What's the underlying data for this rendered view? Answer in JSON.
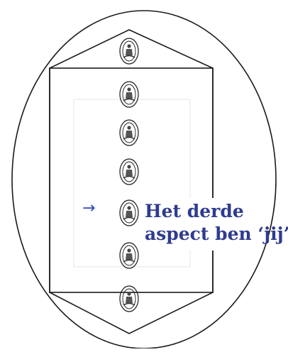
{
  "diagram": {
    "label": {
      "line1": "Het derde",
      "line2": "aspect ben ‘jij’"
    },
    "pointer_icon": "right-arrow-icon",
    "figure_count": 7,
    "colors": {
      "outline": "#1a1a1a",
      "label_text": "#2e3b8f",
      "arrow": "#2e44c8",
      "background": "#ffffff"
    }
  }
}
